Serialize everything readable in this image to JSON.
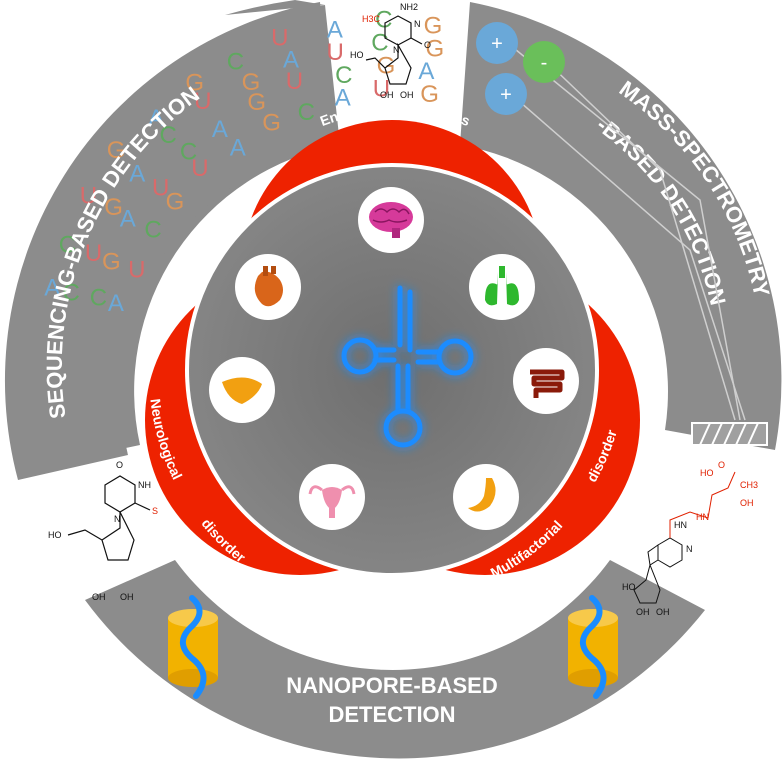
{
  "segments": {
    "sequencing": {
      "label": "SEQUENCING-BASED DETECTION"
    },
    "mass_spec": {
      "line1": "MASS-SPECTROMETRY",
      "line2": "-BASED DETECTION"
    },
    "nanopore": {
      "line1": "NANOPORE-BASED",
      "line2": "DETECTION"
    }
  },
  "disorders": {
    "top": "Encephalomyopathies",
    "left_word1": "Neurological",
    "left_word2": "disorder",
    "right_word1": "Multifactorial",
    "right_word2": "disorder"
  },
  "organs": [
    {
      "name": "brain-icon"
    },
    {
      "name": "lungs-icon"
    },
    {
      "name": "intestine-icon"
    },
    {
      "name": "stomach-icon"
    },
    {
      "name": "uterus-icon"
    },
    {
      "name": "liver-icon"
    },
    {
      "name": "heart-icon"
    }
  ],
  "sequence_letters": [
    "A",
    "U",
    "C",
    "G",
    "U",
    "A",
    "G",
    "C",
    "A",
    "U",
    "G",
    "C",
    "G",
    "A",
    "U",
    "C",
    "A",
    "G",
    "U",
    "C",
    "G",
    "A",
    "C",
    "U",
    "G",
    "A",
    "C",
    "U",
    "G",
    "A",
    "U",
    "C",
    "G",
    "A",
    "C",
    "U",
    "G",
    "A",
    "G",
    "C",
    "U",
    "A",
    "C",
    "G",
    "U",
    "A",
    "G",
    "C",
    "A",
    "U",
    "C",
    "G"
  ],
  "ions": [
    "+",
    "-",
    "+"
  ],
  "chem_top": {
    "nh2": "NH2",
    "ch3": "H3C",
    "n1": "N",
    "n2": "N",
    "o": "O",
    "ho": "HO",
    "oh1": "OH",
    "oh2": "OH"
  },
  "chem_left": {
    "o": "O",
    "nh": "NH",
    "n": "N",
    "s": "S",
    "ho": "HO",
    "oh1": "OH",
    "oh2": "OH"
  },
  "chem_right": {
    "ho": "HO",
    "o": "O",
    "ch3": "CH3",
    "oh": "OH",
    "hn1": "HN",
    "hn2": "HN",
    "n": "N",
    "ho2": "HO",
    "oh2": "OH",
    "oh3": "OH"
  },
  "colors": {
    "segment_gray": "#8c8c8c",
    "inner_gray": "#7a7a7a",
    "red": "#ee2200",
    "trna_blue": "#1a8cff",
    "nanopore_gold": "#f2b200",
    "ion_blue": "#6aa8d8",
    "ion_green": "#6abf5a"
  }
}
